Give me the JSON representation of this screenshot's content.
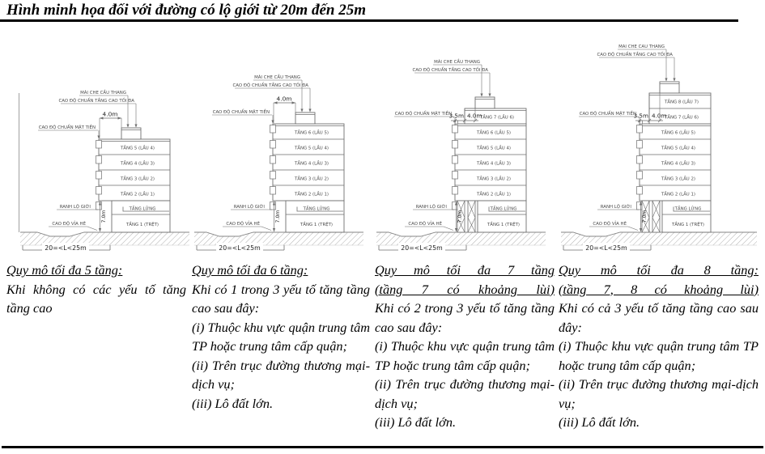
{
  "header": {
    "title": "Hình minh họa đối với đường có lộ giới từ 20m đến 25m"
  },
  "colors": {
    "drawing_line": "#6e6e6e",
    "drawing_text": "#4a4a4a",
    "dim_text": "#1f1f1f",
    "hatch": "#b0b0b0",
    "rule": "#000000"
  },
  "shared_labels": {
    "stair_roof": "MÁI CHE CẦU THANG",
    "max_height_datum": "CAO ĐỘ CHUẨN TẦNG CAO TỐI ĐA",
    "facade_datum": "CAO ĐỘ CHUẨN MẶT TIỀN",
    "boundary": "RANH LỘ GIỚI",
    "sidewalk_datum": "CAO ĐỘ VỈA HÈ",
    "facade_height_dim": "7.0m",
    "road_width_dim": "20=<L<25m",
    "mezzanine": "TẦNG LỬNG",
    "ground_floor": "TẦNG 1 (TRỆT)"
  },
  "diagrams": [
    {
      "name": "section-max-5-floors",
      "top_dims": [
        "4.0m"
      ],
      "setback_floors": [],
      "main_floors": [
        "TẦNG 5 (LẦU 4)",
        "TẦNG 4 (LẦU 3)",
        "TẦNG 3 (LẦU 2)",
        "TẦNG 2 (LẦU 1)"
      ],
      "has_ground_columns": false,
      "has_left_boundary_line": true
    },
    {
      "name": "section-max-6-floors",
      "top_dims": [
        "4.0m"
      ],
      "setback_floors": [],
      "main_floors": [
        "TẦNG 6 (LẦU 5)",
        "TẦNG 5 (LẦU 4)",
        "TẦNG 4 (LẦU 3)",
        "TẦNG 3 (LẦU 2)",
        "TẦNG 2 (LẦU 1)"
      ],
      "has_ground_columns": false,
      "has_left_boundary_line": false
    },
    {
      "name": "section-max-7-floors",
      "top_dims": [
        "3.5m",
        "4.0m"
      ],
      "setback_floors": [
        "TẦNG 7 (LẦU 6)"
      ],
      "main_floors": [
        "TẦNG 6 (LẦU 5)",
        "TẦNG 5 (LẦU 4)",
        "TẦNG 4 (LẦU 3)",
        "TẦNG 3 (LẦU 2)",
        "TẦNG 2 (LẦU 1)"
      ],
      "has_ground_columns": true,
      "has_left_boundary_line": false
    },
    {
      "name": "section-max-8-floors",
      "top_dims": [
        "3.5m",
        "4.0m"
      ],
      "setback_floors": [
        "TẦNG 8 (LẦU 7)",
        "TẦNG 7 (LẦU 6)"
      ],
      "main_floors": [
        "TẦNG 6 (LẦU 5)",
        "TẦNG 5 (LẦU 4)",
        "TẦNG 4 (LẦU 3)",
        "TẦNG 3 (LẦU 2)",
        "TẦNG 2 (LẦU 1)"
      ],
      "has_ground_columns": true,
      "has_left_boundary_line": false
    }
  ],
  "captions": [
    {
      "title_lines": [
        "Quy mô tối đa 5 tầng:"
      ],
      "stretch_title": false,
      "body_lines": [
        "Khi không có các yếu tố tăng tầng cao"
      ]
    },
    {
      "title_lines": [
        "Quy mô tối đa 6 tầng:"
      ],
      "stretch_title": false,
      "body_lines": [
        "Khi có 1 trong 3 yếu tố tăng tầng cao sau đây:",
        "(i) Thuộc khu vực quận trung tâm TP hoặc trung tâm cấp quận;",
        "(ii) Trên trục đường thương mại-dịch vụ;",
        "(iii) Lô đất lớn."
      ]
    },
    {
      "title_lines": [
        "Quy mô tối đa 7 tầng",
        "(tầng 7 có khoảng lùi)"
      ],
      "stretch_title": true,
      "body_lines": [
        "Khi có 2 trong 3 yếu tố tăng tầng cao sau đây:",
        "(i) Thuộc khu vực quận trung tâm TP hoặc trung tâm cấp quận;",
        "(ii) Trên trục đường thương mại-dịch vụ;",
        "(iii) Lô đất lớn."
      ]
    },
    {
      "title_lines": [
        "Quy mô tối đa 8 tầng:",
        "(tầng 7, 8 có khoảng lùi)"
      ],
      "stretch_title": true,
      "body_lines": [
        "Khi có cả 3 yếu tố tăng tầng cao sau đây:",
        "(i) Thuộc khu vực quận trung tâm TP hoặc trung tâm cấp quận;",
        "(ii) Trên trục đường thương mại-dịch vụ;",
        "(iii) Lô đất lớn."
      ]
    }
  ]
}
